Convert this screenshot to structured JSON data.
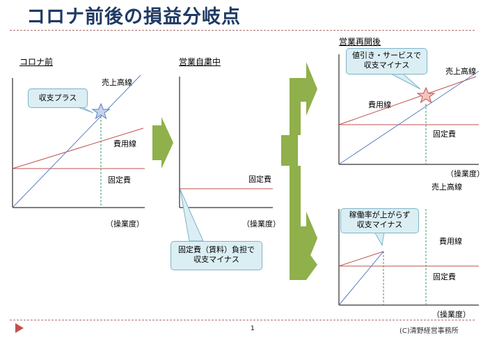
{
  "title": "コロナ前後の損益分岐点",
  "panels": {
    "before": {
      "heading": "コロナ前",
      "sales_line": "売上高線",
      "cost_line": "費用線",
      "fixed_cost": "固定費",
      "x_axis": "（操業度）",
      "callout": "収支プラス"
    },
    "pause": {
      "heading": "営業自粛中",
      "fixed_cost": "固定費",
      "x_axis": "（操業度）",
      "callout_line1": "固定費（賃料）負担で",
      "callout_line2": "収支マイナス"
    },
    "restart": {
      "heading": "営業再開後",
      "callout_line1": "値引き・サービスで",
      "callout_line2": "収支マイナス",
      "sales_line": "売上高線",
      "cost_line": "費用線",
      "fixed_cost": "固定費",
      "x_axis": "（操業度）",
      "sales_line_below": "売上高線"
    },
    "low_rate": {
      "callout_line1": "稼働率が上がらず",
      "callout_line2": "収支マイナス",
      "cost_line": "費用線",
      "fixed_cost": "固定費",
      "x_axis": "（操業度）"
    }
  },
  "colors": {
    "title": "#1f3a64",
    "sales_line": "#5b7fc0",
    "cost_line": "#c0504d",
    "marker": "#3a9a6a",
    "arrow": "#8fb04a",
    "callout_fill": "#dbeef4"
  },
  "footer": {
    "page": "1",
    "copyright": "(C)清野経営事務所"
  }
}
